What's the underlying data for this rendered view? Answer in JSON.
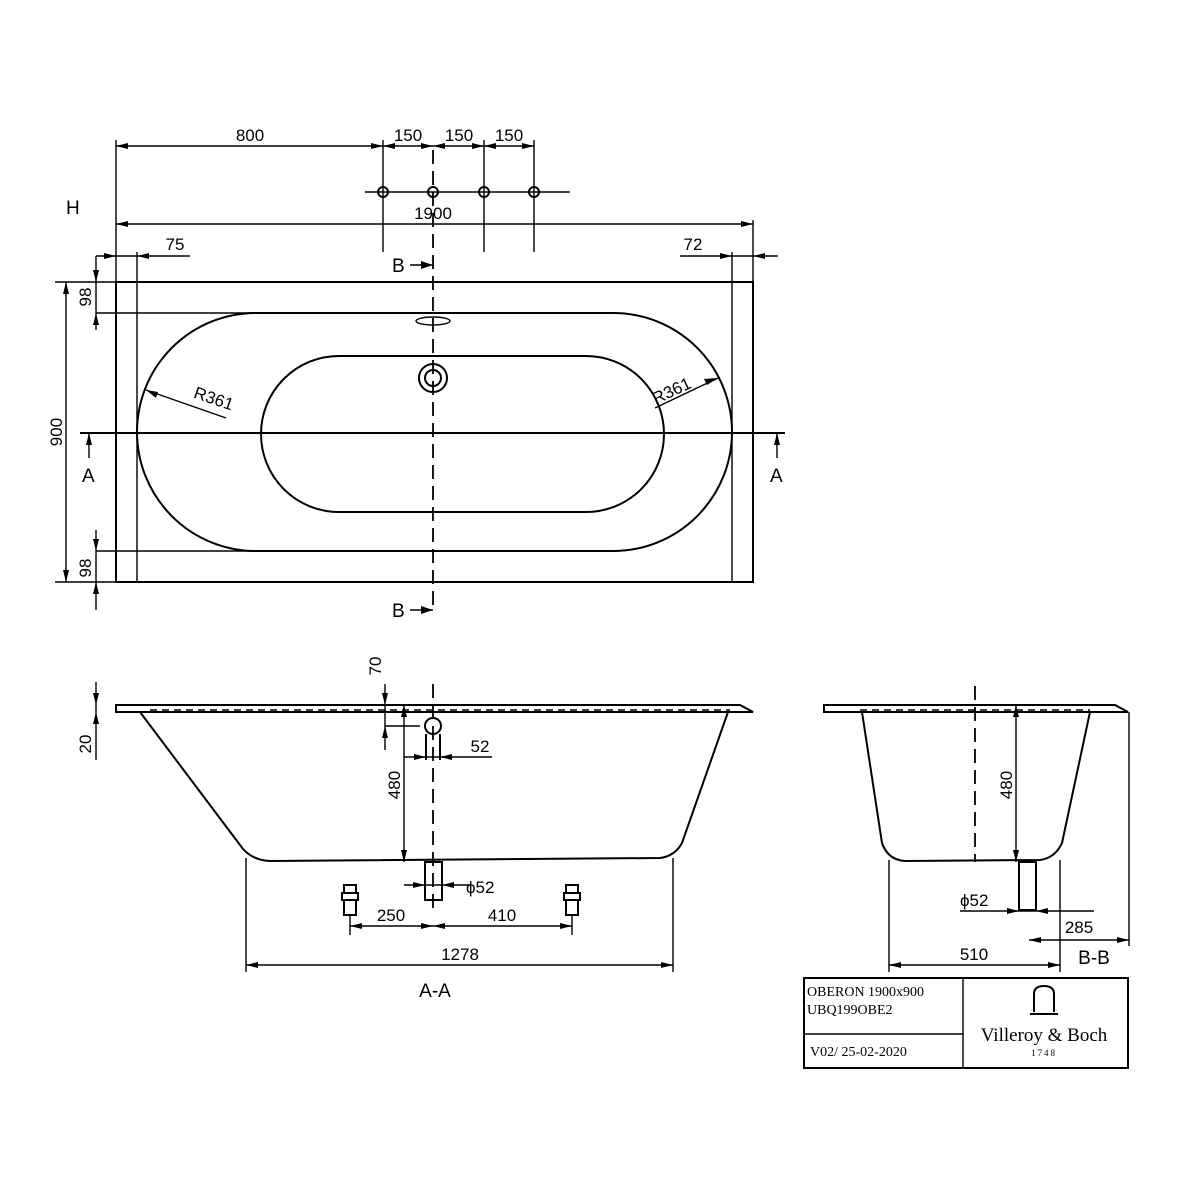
{
  "plan_view": {
    "view_label": "H",
    "dim_tap_offset": "800",
    "dim_tap_spacing": [
      "150",
      "150",
      "150"
    ],
    "dim_length": "1900",
    "dim_left_margin": "75",
    "dim_right_margin": "72",
    "dim_width": "900",
    "dim_top_rim": "98",
    "dim_bottom_rim": "98",
    "dim_radius_left": "R361",
    "dim_radius_right": "R361",
    "section_b_top": "B",
    "section_b_bottom": "B",
    "section_a_left": "A",
    "section_a_right": "A"
  },
  "section_aa": {
    "title": "A-A",
    "dim_overflow_top": "70",
    "dim_rim_thickness": "20",
    "dim_overflow_dia": "52",
    "dim_depth": "480",
    "dim_waste_dia": "ϕ52",
    "dim_foot_left": "250",
    "dim_foot_right": "410",
    "dim_base_length": "1278"
  },
  "section_bb": {
    "title": "B-B",
    "dim_depth": "480",
    "dim_waste_dia": "ϕ52",
    "dim_waste_offset": "285",
    "dim_base_width": "510"
  },
  "title_block": {
    "product_line": "OBERON 1900x900",
    "article_code": "UBQ199OBE2",
    "version_date": "V02/ 25-02-2020",
    "brand_name": "Villeroy & Boch",
    "brand_year": "1748"
  }
}
